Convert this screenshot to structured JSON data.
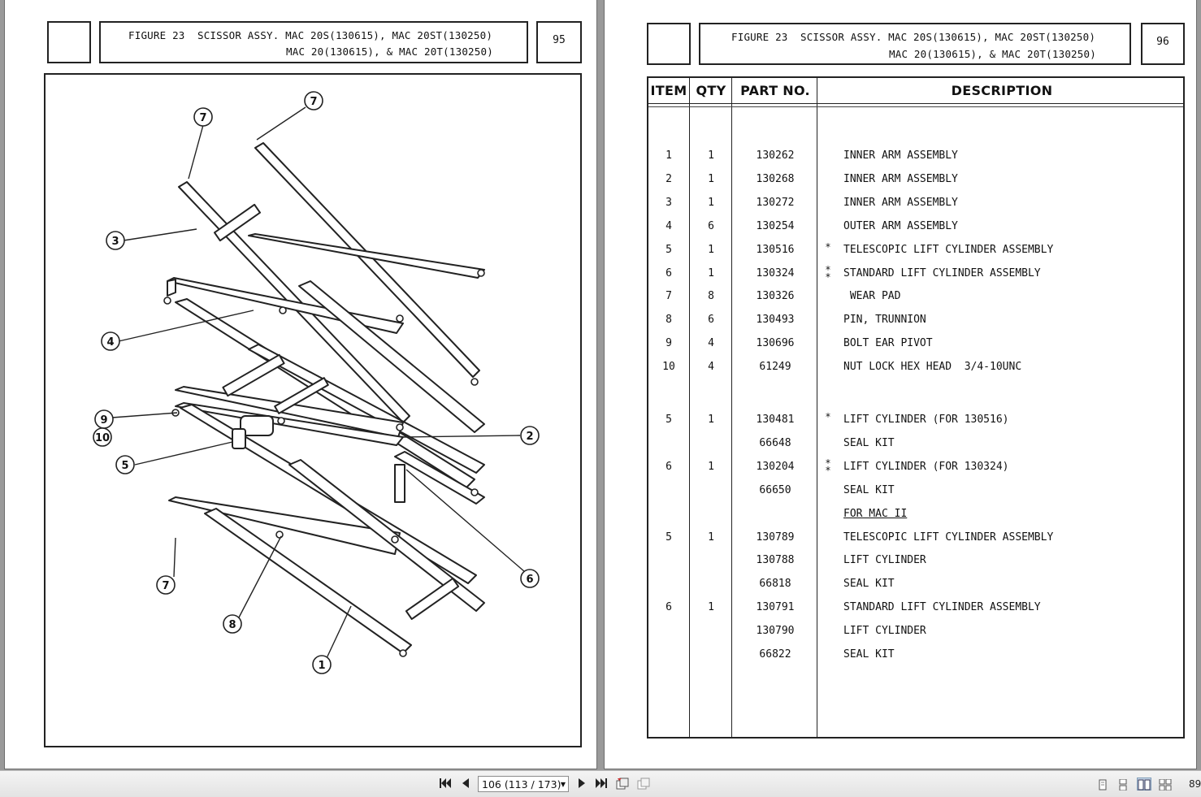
{
  "left_page": {
    "figure_line1": "FIGURE 23  SCISSOR ASSY. MAC 20S(130615), MAC 20ST(130250)",
    "figure_line2": "MAC 20(130615), & MAC 20T(130250)",
    "page_number": "95",
    "callouts": [
      "7",
      "7",
      "3",
      "4",
      "9",
      "10",
      "5",
      "2",
      "6",
      "7",
      "8",
      "1"
    ]
  },
  "right_page": {
    "figure_line1": "FIGURE 23  SCISSOR ASSY. MAC 20S(130615), MAC 20ST(130250)",
    "figure_line2": "MAC 20(130615), & MAC 20T(130250)",
    "page_number": "96",
    "headers": {
      "item": "ITEM",
      "qty": "QTY",
      "part": "PART NO.",
      "desc": "DESCRIPTION"
    },
    "rows": [
      {
        "item": "1",
        "qty": "1",
        "part": "130262",
        "star": "",
        "desc": "INNER ARM ASSEMBLY"
      },
      {
        "item": "2",
        "qty": "1",
        "part": "130268",
        "star": "",
        "desc": "INNER ARM ASSEMBLY"
      },
      {
        "item": "3",
        "qty": "1",
        "part": "130272",
        "star": "",
        "desc": "INNER ARM ASSEMBLY"
      },
      {
        "item": "4",
        "qty": "6",
        "part": "130254",
        "star": "",
        "desc": "OUTER ARM ASSEMBLY"
      },
      {
        "item": "5",
        "qty": "1",
        "part": "130516",
        "star": "*",
        "desc": "TELESCOPIC LIFT CYLINDER ASSEMBLY"
      },
      {
        "item": "6",
        "qty": "1",
        "part": "130324",
        "star": "**",
        "desc": "STANDARD LIFT CYLINDER ASSEMBLY"
      },
      {
        "item": "7",
        "qty": "8",
        "part": "130326",
        "star": "",
        "desc": " WEAR PAD"
      },
      {
        "item": "8",
        "qty": "6",
        "part": "130493",
        "star": "",
        "desc": "PIN, TRUNNION"
      },
      {
        "item": "9",
        "qty": "4",
        "part": "130696",
        "star": "",
        "desc": "BOLT EAR PIVOT"
      },
      {
        "item": "10",
        "qty": "4",
        "part": "61249",
        "star": "",
        "desc": "NUT LOCK HEX HEAD  3/4-10UNC"
      },
      {
        "item": "5",
        "qty": "1",
        "part": "130481",
        "star": "*",
        "desc": "LIFT CYLINDER (FOR 130516)"
      },
      {
        "item": "",
        "qty": "",
        "part": "66648",
        "star": "",
        "desc": "SEAL KIT"
      },
      {
        "item": "6",
        "qty": "1",
        "part": "130204",
        "star": "**",
        "desc": "LIFT CYLINDER (FOR 130324)"
      },
      {
        "item": "",
        "qty": "",
        "part": "66650",
        "star": "",
        "desc": "SEAL KIT"
      },
      {
        "item": "",
        "qty": "",
        "part": "",
        "star": "",
        "desc": "FOR MAC II",
        "underline": true
      },
      {
        "item": "5",
        "qty": "1",
        "part": "130789",
        "star": "",
        "desc": "TELESCOPIC LIFT CYLINDER ASSEMBLY"
      },
      {
        "item": "",
        "qty": "",
        "part": "130788",
        "star": "",
        "desc": "LIFT CYLINDER"
      },
      {
        "item": "",
        "qty": "",
        "part": "66818",
        "star": "",
        "desc": "SEAL KIT"
      },
      {
        "item": "6",
        "qty": "1",
        "part": "130791",
        "star": "",
        "desc": "STANDARD LIFT CYLINDER ASSEMBLY"
      },
      {
        "item": "",
        "qty": "",
        "part": "130790",
        "star": "",
        "desc": "LIFT CYLINDER"
      },
      {
        "item": "",
        "qty": "",
        "part": "66822",
        "star": "",
        "desc": "SEAL KIT"
      }
    ]
  },
  "toolbar": {
    "page_indicator": "106 (113 / 173)",
    "zoom": "89",
    "icons": [
      "first-page-icon",
      "prev-page-icon",
      "next-page-icon",
      "last-page-icon",
      "rotate-icon",
      "rotate-back-icon",
      "single-page-view-icon",
      "continuous-view-icon",
      "two-page-view-icon",
      "two-page-continuous-view-icon"
    ]
  }
}
